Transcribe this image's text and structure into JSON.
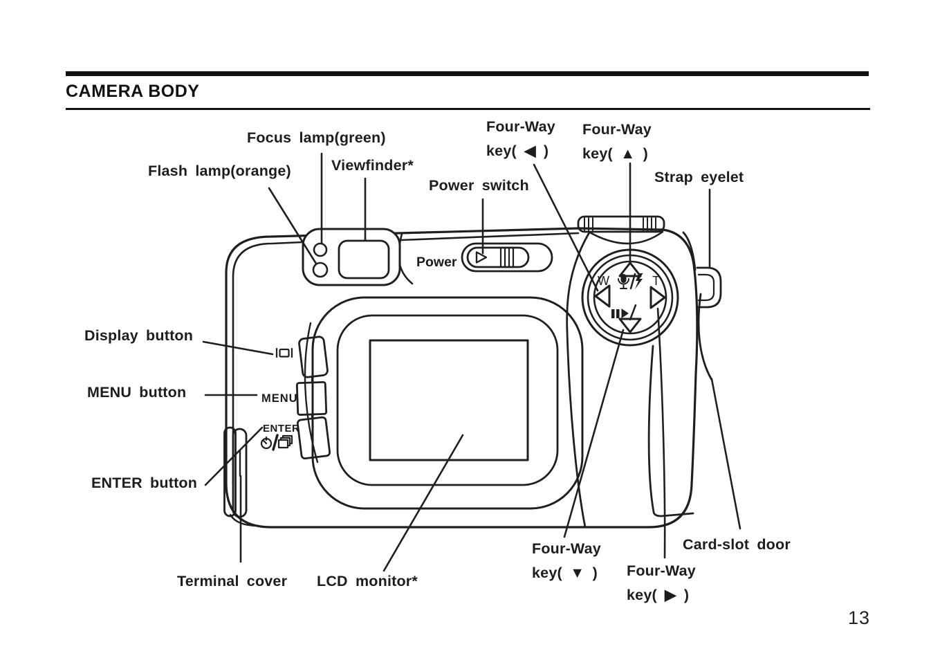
{
  "page": {
    "title": "CAMERA BODY",
    "page_number": "13"
  },
  "diagram": {
    "markings": {
      "power": "Power",
      "menu": "MENU",
      "enter": "ENTER",
      "wide": "W",
      "tele": "T"
    },
    "icons": {
      "display_icon": "|□|",
      "mic_flash_icon": "mic/flash",
      "play_pause_icon": "II▶/",
      "self_timer_continuous_icon": "timer/multi-frame"
    },
    "callouts": [
      {
        "id": "focus-lamp",
        "line1": "Focus lamp(green)"
      },
      {
        "id": "flash-lamp",
        "line1": "Flash lamp(orange)"
      },
      {
        "id": "viewfinder",
        "line1": "Viewfinder*"
      },
      {
        "id": "power-switch",
        "line1": "Power switch"
      },
      {
        "id": "four-way-key-left",
        "line1": "Four-Way",
        "line2": "key( ◀ )"
      },
      {
        "id": "four-way-key-up",
        "line1": "Four-Way",
        "line2": "key( ▲ )"
      },
      {
        "id": "strap-eyelet",
        "line1": "Strap eyelet"
      },
      {
        "id": "display-button",
        "line1": "Display button"
      },
      {
        "id": "menu-button",
        "line1": "MENU button"
      },
      {
        "id": "enter-button",
        "line1": "ENTER button"
      },
      {
        "id": "terminal-cover",
        "line1": "Terminal cover"
      },
      {
        "id": "lcd-monitor",
        "line1": "LCD monitor*"
      },
      {
        "id": "four-way-key-down",
        "line1": "Four-Way",
        "line2": "key( ▼ )"
      },
      {
        "id": "four-way-key-right",
        "line1": "Four-Way",
        "line2": "key( ▶ )"
      },
      {
        "id": "card-slot-door",
        "line1": "Card-slot door"
      }
    ]
  }
}
